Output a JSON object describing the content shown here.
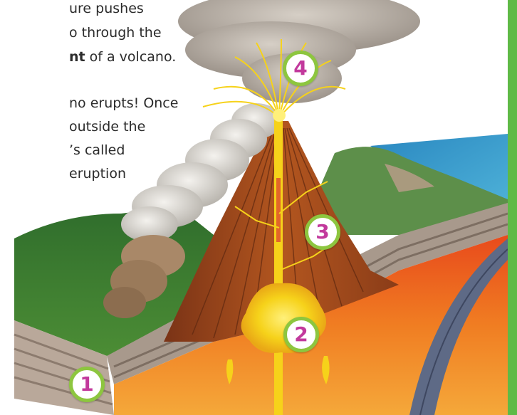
{
  "text": {
    "line1": "ure pushes",
    "line2": "o through the",
    "line3_bold": "nt",
    "line3_rest": " of a volcano.",
    "line4": "no erupts! Once",
    "line5": " outside the",
    "line6": "’s called",
    "line7": "eruption"
  },
  "markers": [
    "1",
    "2",
    "3",
    "4"
  ],
  "colors": {
    "marker_border": "#8dc63f",
    "marker_number": "#c2399c",
    "side_bar": "#5fba46",
    "magma": "#f2a020",
    "lava_yellow": "#f6d21a"
  }
}
